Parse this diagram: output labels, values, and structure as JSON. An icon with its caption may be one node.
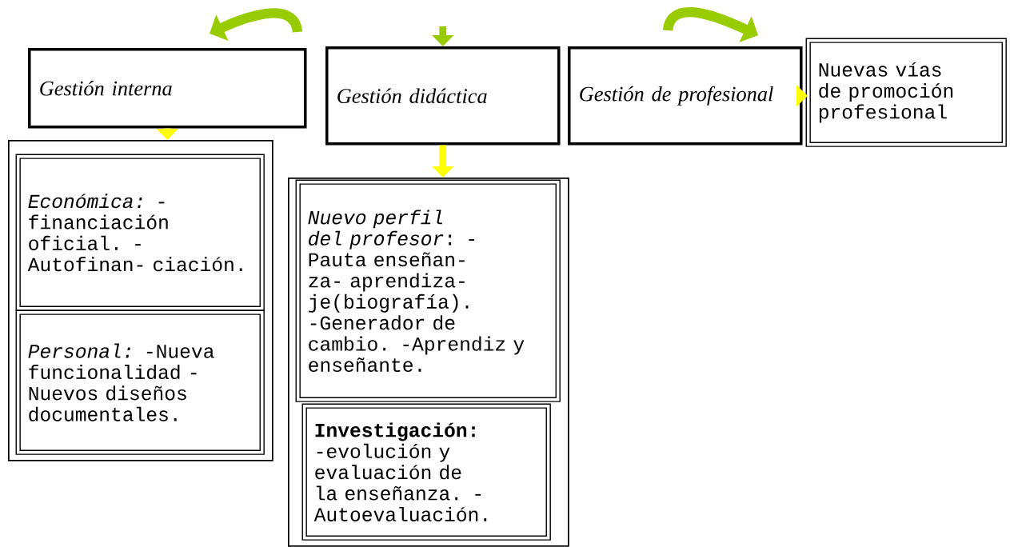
{
  "diagram": {
    "nodes": [
      {
        "text": [
          "Gestión interna"
        ]
      },
      {
        "text": [
          "Gestión didáctica"
        ]
      },
      {
        "text": [
          "Gestión de profesional"
        ]
      },
      {
        "text": [
          "Nuevas vías de promoción profesional"
        ]
      },
      {
        "text": [],
        "shape": "box"
      },
      {
        "text": [
          "*Económica:* -financiación oficial. -Autofinan- ciación."
        ],
        "in": 4
      },
      {
        "text": [
          "*Personal:* -Nueva funcionalidad - Nuevos diseños documentales."
        ],
        "in": 4
      },
      {
        "text": [],
        "shape": "box"
      },
      {
        "text": [
          "*Nuevo perfil del profesor*: -Pauta enseñan- za- aprendiza- je(biografía). -Generador de cambio. -Aprendiz y enseñante."
        ],
        "in": 7
      },
      {
        "text": [
          "**Investigación:** -evolución y evaluación de la enseñanza. -Autoevaluación."
        ],
        "in": 7
      }
    ],
    "edges": [
      {
        "from": null,
        "to": 1,
        "arrow": "to",
        "color": "#99cc00"
      },
      {
        "from": 0,
        "to": 4,
        "arrow": "to"
      },
      {
        "from": 1,
        "to": 7,
        "arrow": "to"
      },
      {
        "from": 2,
        "to": 3,
        "arrow": "to"
      }
    ]
  }
}
